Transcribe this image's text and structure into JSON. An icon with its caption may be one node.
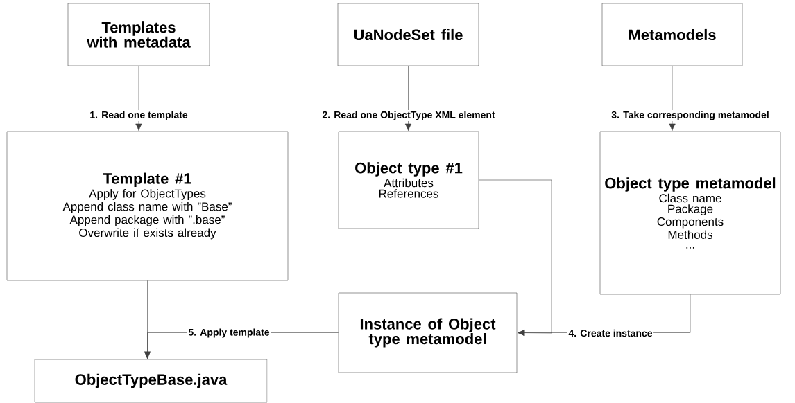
{
  "diagram": {
    "nodes": [
      {
        "text": [
          "Templates with metadata"
        ]
      },
      {
        "text": [
          "UaNodeSet file"
        ]
      },
      {
        "text": [
          "Metamodels"
        ]
      },
      {
        "text": [
          "Template #1",
          "Apply for ObjectTypes",
          "Append class name with ”Base”",
          "Append package with ”.base”",
          "Overwrite if exists already"
        ]
      },
      {
        "text": [
          "Object type #1",
          "Attributes",
          "References"
        ]
      },
      {
        "text": [
          "Object type metamodel",
          "Class name",
          "Package",
          "Components",
          "Methods",
          "..."
        ]
      },
      {
        "text": [
          "Instance of Object type metamodel"
        ]
      },
      {
        "text": [
          "ObjectTypeBase.java"
        ]
      }
    ],
    "edges": [
      {
        "from": 0,
        "to": 3,
        "arrow": "to",
        "label": "1. Read one template"
      },
      {
        "from": 1,
        "to": 4,
        "arrow": "to",
        "label": "2. Read one ObjectType XML element"
      },
      {
        "from": 2,
        "to": 5,
        "arrow": "to",
        "label": "3. Take corresponding metamodel"
      },
      {
        "from": 4,
        "to": 6,
        "arrow": "to"
      },
      {
        "from": 5,
        "to": 6,
        "arrow": "to",
        "label": "4. Create instance"
      },
      {
        "from": 3,
        "to": 7,
        "arrow": "to"
      },
      {
        "from": 6,
        "to": 7,
        "arrow": "to",
        "label": "5. Apply template"
      }
    ]
  }
}
